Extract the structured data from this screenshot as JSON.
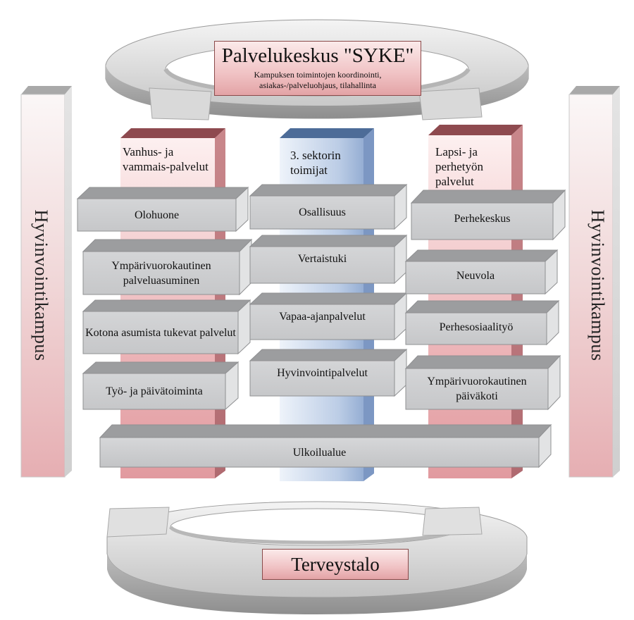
{
  "top_hub": {
    "title": "Palvelukeskus \"SYKE\"",
    "description": "Kampuksen toimintojen koordinointi, asiakas-/palveluohjaus, tilahallinta"
  },
  "bottom_hub": {
    "title": "Terveystalo"
  },
  "side_labels": {
    "left": "Hyvinvointikampus",
    "right": "Hyvinvointikampus"
  },
  "columns": [
    {
      "title": "Vanhus- ja vammais-palvelut",
      "items": [
        "Olohuone",
        "Ympärivuorokautinen palveluasuminen",
        "Kotona asumista tukevat palvelut",
        "Työ- ja päivätoiminta"
      ]
    },
    {
      "title": "3. sektorin toimijat",
      "items": [
        "Osallisuus",
        "Vertaistuki",
        "Vapaa-ajanpalvelut",
        "Hyvinvointipalvelut"
      ]
    },
    {
      "title": "Lapsi- ja perhetyön palvelut",
      "items": [
        "Perhekeskus",
        "Neuvola",
        "Perhesosiaalityö",
        "Ympärivuorokautinen päiväkoti"
      ]
    }
  ],
  "base": {
    "label": "Ulkoilualue"
  },
  "colors": {
    "pink_column": "#e8a6aa",
    "blue_column": "#9db6d8",
    "grey_box": "#cfd1d3",
    "ring": "#c9c9c9"
  }
}
